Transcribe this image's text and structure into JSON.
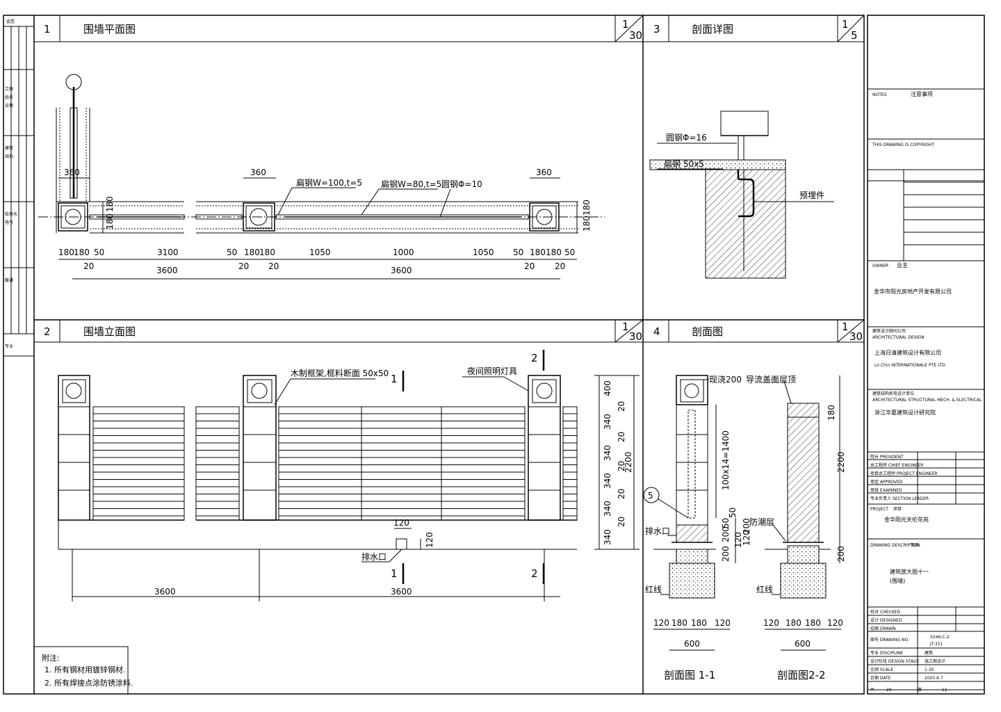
{
  "views": [
    {
      "num": "1",
      "title": "围墙平面图",
      "scale_top": "1",
      "scale_bottom": "30"
    },
    {
      "num": "3",
      "title": "剖面详图",
      "scale_top": "1",
      "scale_bottom": "5"
    },
    {
      "num": "2",
      "title": "围墙立面图",
      "scale_top": "1",
      "scale_bottom": "30"
    },
    {
      "num": "4",
      "title": "剖面图",
      "scale_top": "1",
      "scale_bottom": "30"
    }
  ],
  "plan": {
    "dims_top": [
      "360",
      "360",
      "360"
    ],
    "dims_row1": [
      "180",
      "180",
      "50",
      "3100",
      "50",
      "180",
      "180",
      "1050",
      "1000",
      "1050",
      "50",
      "180",
      "180",
      "50"
    ],
    "dims_row2": [
      "20",
      "20",
      "20",
      "20",
      "20"
    ],
    "dims_total": [
      "3600",
      "3600"
    ],
    "side_dims": [
      "180",
      "180",
      "180",
      "180"
    ],
    "labels": [
      "扁钢W=100,t=5",
      "扁钢W=80,t=5",
      "圆钢Φ=10"
    ]
  },
  "detail": {
    "labels": [
      "圆钢Φ=16",
      "扁钢 50x5",
      "预埋件"
    ]
  },
  "elevation": {
    "labels": [
      "木制框架,框料断面 50x50",
      "夜间照明灯具",
      "排水口"
    ],
    "right_dims": [
      "400",
      "20",
      "340",
      "20",
      "340",
      "20",
      "340",
      "20",
      "340",
      "20",
      "340"
    ],
    "total": "2200",
    "small_dims": [
      "120",
      "120"
    ],
    "bottom_dims": [
      "3600",
      "3600"
    ],
    "section_marks": [
      "1",
      "2",
      "1",
      "2"
    ]
  },
  "section": {
    "labels": [
      "现浇200",
      "导流盖面层顶",
      "排水口",
      "防潮层",
      "红线",
      "红线"
    ],
    "dims": [
      "100x14=1400",
      "50",
      "200",
      "120",
      "200",
      "180",
      "2200",
      "200",
      "200",
      "120",
      "50"
    ],
    "bottom_dims": [
      "120",
      "180",
      "180",
      "120",
      "120",
      "180",
      "180",
      "120"
    ],
    "widths": [
      "600",
      "600"
    ],
    "callout": "5",
    "names": [
      "剖面图 1-1",
      "剖面图2-2"
    ]
  },
  "notes": {
    "heading": "附注:",
    "items": [
      "1.  所有钢材用镀锌钢材.",
      "2.  所有焊接点涂防锈涂料."
    ]
  },
  "left_strip": {
    "rows": [
      "会签",
      "工种",
      "姓名",
      "日期",
      "建筑",
      "结构",
      "给排水",
      "电气",
      "暖通",
      "专业"
    ]
  },
  "title_block": {
    "notes_label": "NOTES",
    "notes_value": "注意事项",
    "copyright": "THIS DRAWING IS COPYRIGHT",
    "owner_label": "OWNER",
    "owner_cn": "业主",
    "owner": "金华市阳光房地产开发有限公司",
    "arch_label": "ARCHITECTURAL DESIGN",
    "arch_cn": "建筑设计顾问公司",
    "designer1": "上海日清建筑设计有限公司",
    "designer1_en": "Lo Chin INTERNATIONALE PTE LTD",
    "arch2_label": "ARCHITECTURAL STRUCTURAL MECH. & ELECTRICAL",
    "arch2_cn": "建筑结构机电设计单位",
    "designer2": "浙江华夏建筑设计研究院",
    "roles": [
      "院长 PRESIDENT",
      "总工程师 CHIEF ENGINEER",
      "项目总工程师 PROJECT ENGINEER",
      "审定 APPROVED",
      "审核 EXAMINED",
      "专业负责人 SECTION LEADER"
    ],
    "project_label": "PROJECT",
    "project_cn": "项目",
    "project": "金华阳光天伦花苑",
    "drawing_label": "DRAWING DESCRIPTION",
    "drawing_cn": "图名",
    "drawing_title": "建筑放大图十一",
    "drawing_sub": "(围墙)",
    "sign_rows": [
      "校对 CHECKED",
      "设计 DESIGNED",
      "绘图 DRAWN"
    ],
    "drawing_no_label": "图号 DRAWING NO.",
    "drawing_no": "0246-C-2",
    "drawing_no2": "JT-311",
    "discipline_label": "专业 DISCIPLINE",
    "discipline": "建筑",
    "stage_label": "设计阶段 DESIGN STAGE",
    "stage": "施工图设计",
    "scale_label": "比例 SCALE",
    "scale": "1:30",
    "date_label": "日期 DATE",
    "date": "2005.6.7",
    "total_label": "共",
    "total": "20",
    "sheet_label": "第",
    "sheet": "11"
  }
}
